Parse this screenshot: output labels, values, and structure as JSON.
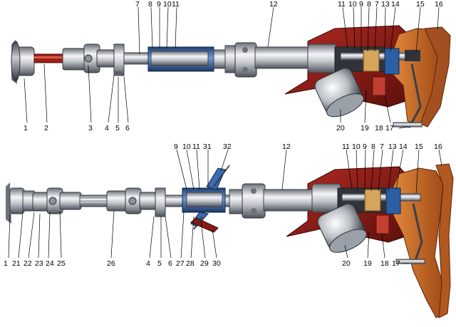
{
  "labels": {
    "top": {
      "n1": "1",
      "n2": "2",
      "n3": "3",
      "n4": "4",
      "n5": "5",
      "n6": "6",
      "n7": "7",
      "n8": "8",
      "n9": "9",
      "n10": "10",
      "n11": "11",
      "n12": "12",
      "r11": "11",
      "r10": "10",
      "r9": "9",
      "r8": "8",
      "r7": "7",
      "r13": "13",
      "r14": "14",
      "n15": "15",
      "n16": "16",
      "n17": "17",
      "n18": "18",
      "n19": "19",
      "n20": "20"
    },
    "bottom": {
      "n1": "1",
      "n21": "21",
      "n22": "22",
      "n23": "23",
      "n24": "24",
      "n25": "25",
      "n26": "26",
      "n4": "4",
      "n5": "5",
      "n6": "6",
      "n27": "27",
      "n28": "28",
      "n29": "29",
      "n30": "30",
      "n9": "9",
      "n10": "10",
      "n11": "11",
      "n31": "31",
      "n32": "32",
      "n12": "12",
      "r11": "11",
      "r10": "10",
      "r9": "9",
      "r8": "8",
      "r7": "7",
      "n13": "13",
      "n14": "14",
      "n15": "15",
      "n16": "16",
      "n17": "17",
      "n18": "18",
      "n19": "19",
      "n20": "20"
    }
  },
  "colors": {
    "steel_light": "#f2f3f5",
    "steel_mid": "#a8adb5",
    "steel_dark": "#555a62",
    "housing_blue": "#3f6fb3",
    "body_red": "#8a1a14",
    "pedal_orange": "#c8661e",
    "pedal_dark": "#7a3510",
    "brass": "#d9a04a"
  }
}
